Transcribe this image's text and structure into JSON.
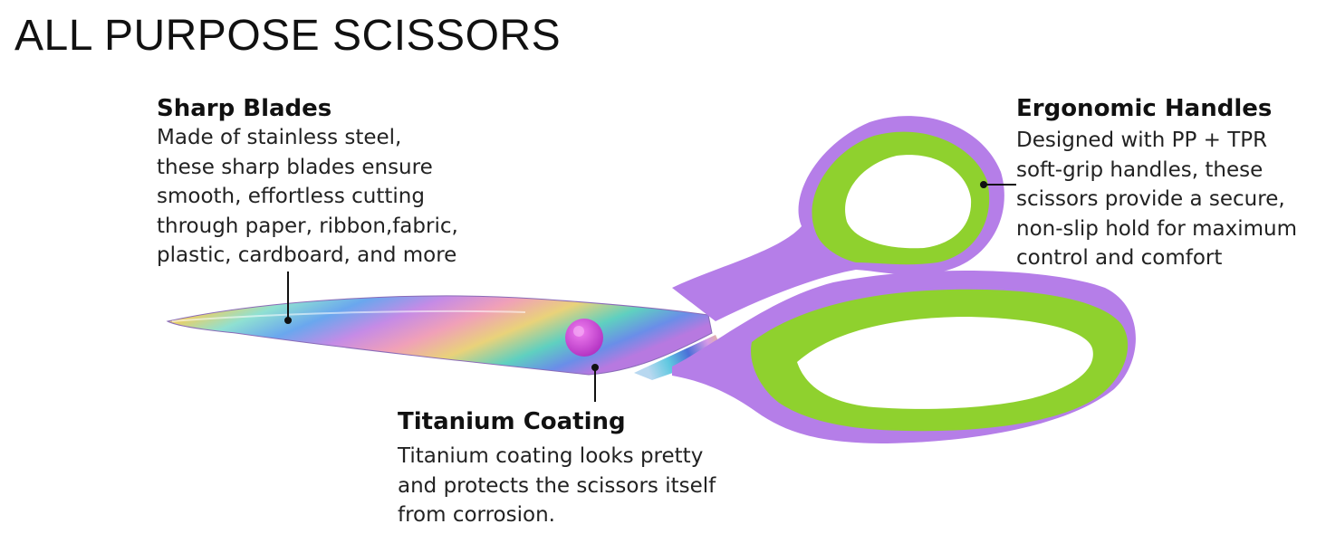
{
  "title": "ALL PURPOSE SCISSORS",
  "colors": {
    "handle_purple": "#b57ee8",
    "handle_green": "#8fd12e",
    "pivot_pink": "#d44ad8",
    "callout_line": "#111111"
  },
  "callouts": {
    "blades": {
      "heading": "Sharp Blades",
      "lines": [
        "Made of stainless steel,",
        "these sharp blades ensure",
        "smooth, effortless cutting",
        "through paper, ribbon,fabric,",
        "plastic, cardboard, and more"
      ]
    },
    "handles": {
      "heading": "Ergonomic Handles",
      "lines": [
        "Designed with PP + TPR",
        "soft-grip handles, these",
        "scissors provide a secure,",
        "non-slip hold for maximum",
        "control and comfort"
      ]
    },
    "coating": {
      "heading": "Titanium Coating",
      "lines": [
        "Titanium coating looks pretty",
        "and protects the scissors itself",
        "from corrosion."
      ]
    }
  }
}
